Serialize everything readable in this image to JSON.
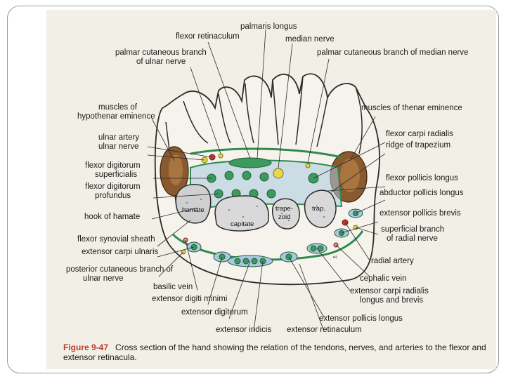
{
  "figure": {
    "number": "Figure 9-47",
    "caption": "Cross section of the hand showing the relation of the tendons, nerves, and arteries to the flexor and extensor retinacula."
  },
  "inner_labels": {
    "hamate": "hamate",
    "capitate": "capitate",
    "trapezoid_top": "trape-",
    "trapezoid_bottom": "zoid",
    "trapezium": "trap."
  },
  "labels": [
    {
      "id": "palmaris-longus",
      "lines": [
        "palmaris longus"
      ]
    },
    {
      "id": "flexor-retinaculum",
      "lines": [
        "flexor retinaculum"
      ]
    },
    {
      "id": "median-nerve",
      "lines": [
        "median nerve"
      ]
    },
    {
      "id": "palmar-cutaneous-ulnar",
      "lines": [
        "palmar cutaneous branch",
        "of ulnar nerve"
      ]
    },
    {
      "id": "palmar-cutaneous-median",
      "lines": [
        "palmar cutaneous branch of median nerve"
      ]
    },
    {
      "id": "hypothenar-muscles",
      "lines": [
        "muscles of",
        "hypothenar eminence"
      ]
    },
    {
      "id": "thenar-muscles",
      "lines": [
        "muscles of thenar eminence"
      ]
    },
    {
      "id": "ulnar-artery",
      "lines": [
        "ulnar artery"
      ]
    },
    {
      "id": "ulnar-nerve",
      "lines": [
        "ulnar nerve"
      ]
    },
    {
      "id": "flexor-carpi-radialis",
      "lines": [
        "flexor carpi radialis"
      ]
    },
    {
      "id": "ridge-of-trapezium",
      "lines": [
        "ridge of trapezium"
      ]
    },
    {
      "id": "flexor-digitorum-superficialis",
      "lines": [
        "flexor digitorum",
        "superficialis"
      ]
    },
    {
      "id": "flexor-digitorum-profundus",
      "lines": [
        "flexor digitorum",
        "profundus"
      ]
    },
    {
      "id": "flexor-pollicis-longus",
      "lines": [
        "flexor pollicis longus"
      ]
    },
    {
      "id": "abductor-pollicis-longus",
      "lines": [
        "abductor pollicis longus"
      ]
    },
    {
      "id": "hook-of-hamate",
      "lines": [
        "hook of hamate"
      ]
    },
    {
      "id": "extensor-pollicis-brevis",
      "lines": [
        "extensor pollicis brevis"
      ]
    },
    {
      "id": "superficial-branch-radial",
      "lines": [
        "superficial branch",
        "of radial nerve"
      ]
    },
    {
      "id": "flexor-synovial-sheath",
      "lines": [
        "flexor synovial sheath"
      ]
    },
    {
      "id": "extensor-carpi-ulnaris",
      "lines": [
        "extensor carpi ulnaris"
      ]
    },
    {
      "id": "radial-artery",
      "lines": [
        "radial artery"
      ]
    },
    {
      "id": "posterior-cutaneous-ulnar",
      "lines": [
        "posterior cutaneous branch of",
        "ulnar nerve"
      ]
    },
    {
      "id": "cephalic-vein",
      "lines": [
        "cephalic vein"
      ]
    },
    {
      "id": "basilic-vein",
      "lines": [
        "basilic vein"
      ]
    },
    {
      "id": "extensor-carpi-radialis",
      "lines": [
        "extensor carpi radialis",
        "longus and brevis"
      ]
    },
    {
      "id": "extensor-digiti-minimi",
      "lines": [
        "extensor digiti minimi"
      ]
    },
    {
      "id": "extensor-digitorum",
      "lines": [
        "extensor digitorum"
      ]
    },
    {
      "id": "extensor-pollicis-longus",
      "lines": [
        "extensor pollicis longus"
      ]
    },
    {
      "id": "extensor-indicis",
      "lines": [
        "extensor indicis"
      ]
    },
    {
      "id": "extensor-retinaculum",
      "lines": [
        "extensor retinaculum"
      ]
    }
  ],
  "colors": {
    "retinaculum_green": "#2f8a4e",
    "tendon_green": "#3c9a5c",
    "sheath_blue": "#a9c8e0",
    "muscle_brown": "#8a5a2e",
    "bone_gray": "#cfcfcf",
    "nerve_yellow": "#e8d84a",
    "artery_red": "#c0392b",
    "caption_red": "#c0392b"
  }
}
